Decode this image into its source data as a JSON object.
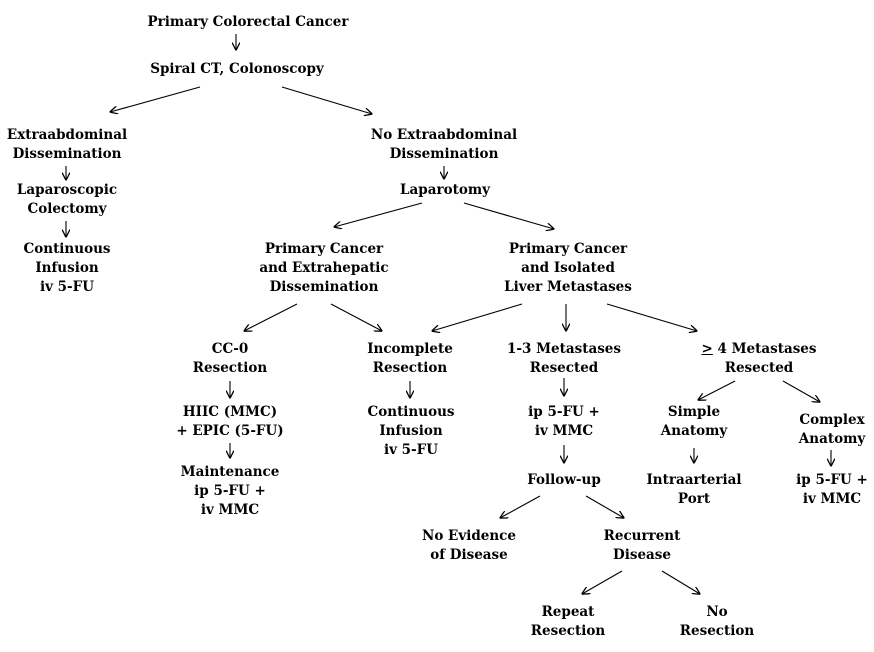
{
  "nodes": {
    "primary": {
      "lines": [
        "Primary Colorectal Cancer"
      ]
    },
    "spiral": {
      "lines": [
        "Spiral CT, Colonoscopy"
      ]
    },
    "extra": {
      "lines": [
        "Extraabdominal",
        "Dissemination"
      ]
    },
    "noextra": {
      "lines": [
        "No Extraabdominal",
        "Dissemination"
      ]
    },
    "lapcol": {
      "lines": [
        "Laparoscopic",
        "Colectomy"
      ]
    },
    "lapar": {
      "lines": [
        "Laparotomy"
      ]
    },
    "contleft": {
      "lines": [
        "Continuous",
        "Infusion",
        "iv 5-FU"
      ]
    },
    "pcextra": {
      "lines": [
        "Primary Cancer",
        "and Extrahepatic",
        "Dissemination"
      ]
    },
    "pciso": {
      "lines": [
        "Primary Cancer",
        "and Isolated",
        "Liver Metastases"
      ]
    },
    "cc0": {
      "lines": [
        "CC-0",
        "Resection"
      ]
    },
    "incomplete": {
      "lines": [
        "Incomplete",
        "Resection"
      ]
    },
    "m13": {
      "lines": [
        "1-3 Metastases",
        "Resected"
      ]
    },
    "m4": {
      "prefix_underlined": ">",
      "lines": [
        " 4 Metastases",
        "Resected"
      ]
    },
    "hiic": {
      "lines": [
        "HIIC (MMC)",
        "+ EPIC (5-FU)"
      ]
    },
    "contmid": {
      "lines": [
        "Continuous",
        "Infusion",
        "iv 5-FU"
      ]
    },
    "ip1": {
      "lines": [
        "ip 5-FU +",
        "iv MMC"
      ]
    },
    "simple": {
      "lines": [
        "Simple",
        "Anatomy"
      ]
    },
    "complex": {
      "lines": [
        "Complex",
        "Anatomy"
      ]
    },
    "maint": {
      "lines": [
        "Maintenance",
        "ip 5-FU +",
        "iv MMC"
      ]
    },
    "followup": {
      "lines": [
        "Follow-up"
      ]
    },
    "intra": {
      "lines": [
        "Intraarterial",
        "Port"
      ]
    },
    "ip2": {
      "lines": [
        "ip 5-FU +",
        "iv MMC"
      ]
    },
    "ned": {
      "lines": [
        "No Evidence",
        "of Disease"
      ]
    },
    "recurrent": {
      "lines": [
        "Recurrent",
        "Disease"
      ]
    },
    "repeat": {
      "lines": [
        "Repeat",
        "Resection"
      ]
    },
    "noresect": {
      "lines": [
        "No",
        "Resection"
      ]
    }
  }
}
